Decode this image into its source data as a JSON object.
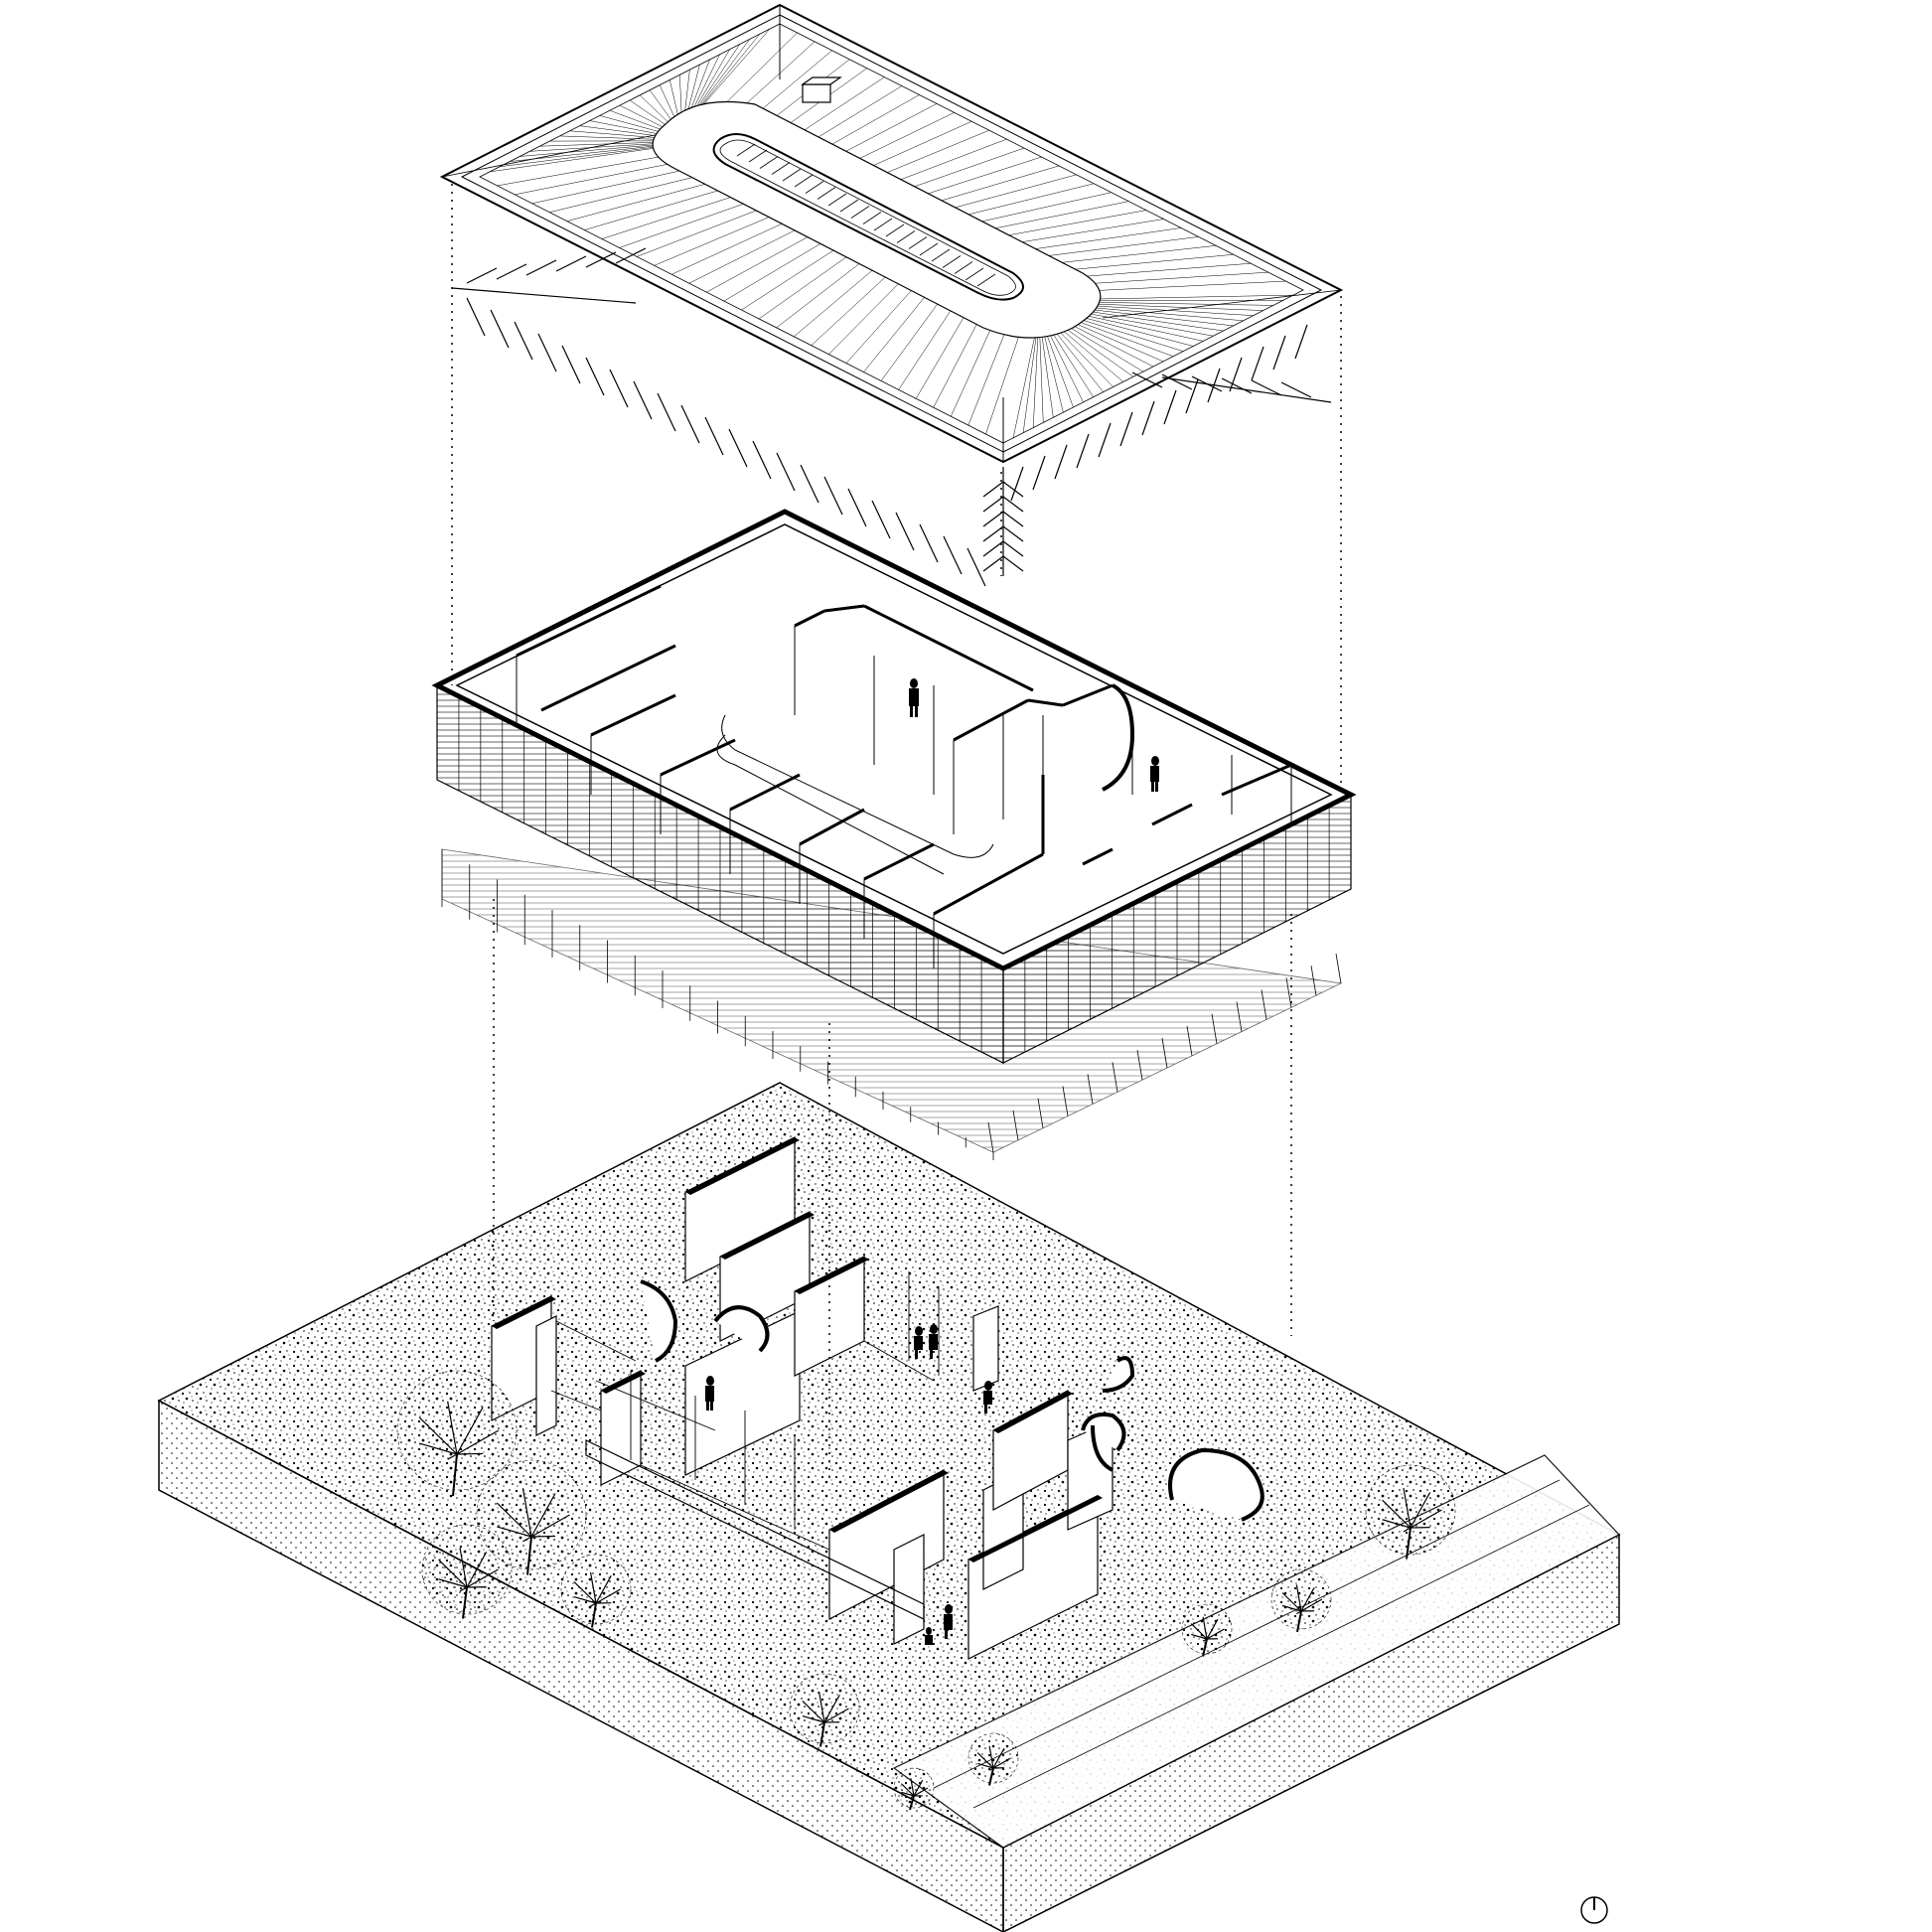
{
  "diagram": {
    "type": "exploded-axonometric",
    "layers": [
      "roof",
      "upper-floor",
      "ground-floor-and-site"
    ],
    "north_indicator": {
      "icon": "north-arrow-icon"
    },
    "colors": {
      "line": "#000000",
      "background": "#ffffff",
      "hatch": "#000000"
    }
  }
}
